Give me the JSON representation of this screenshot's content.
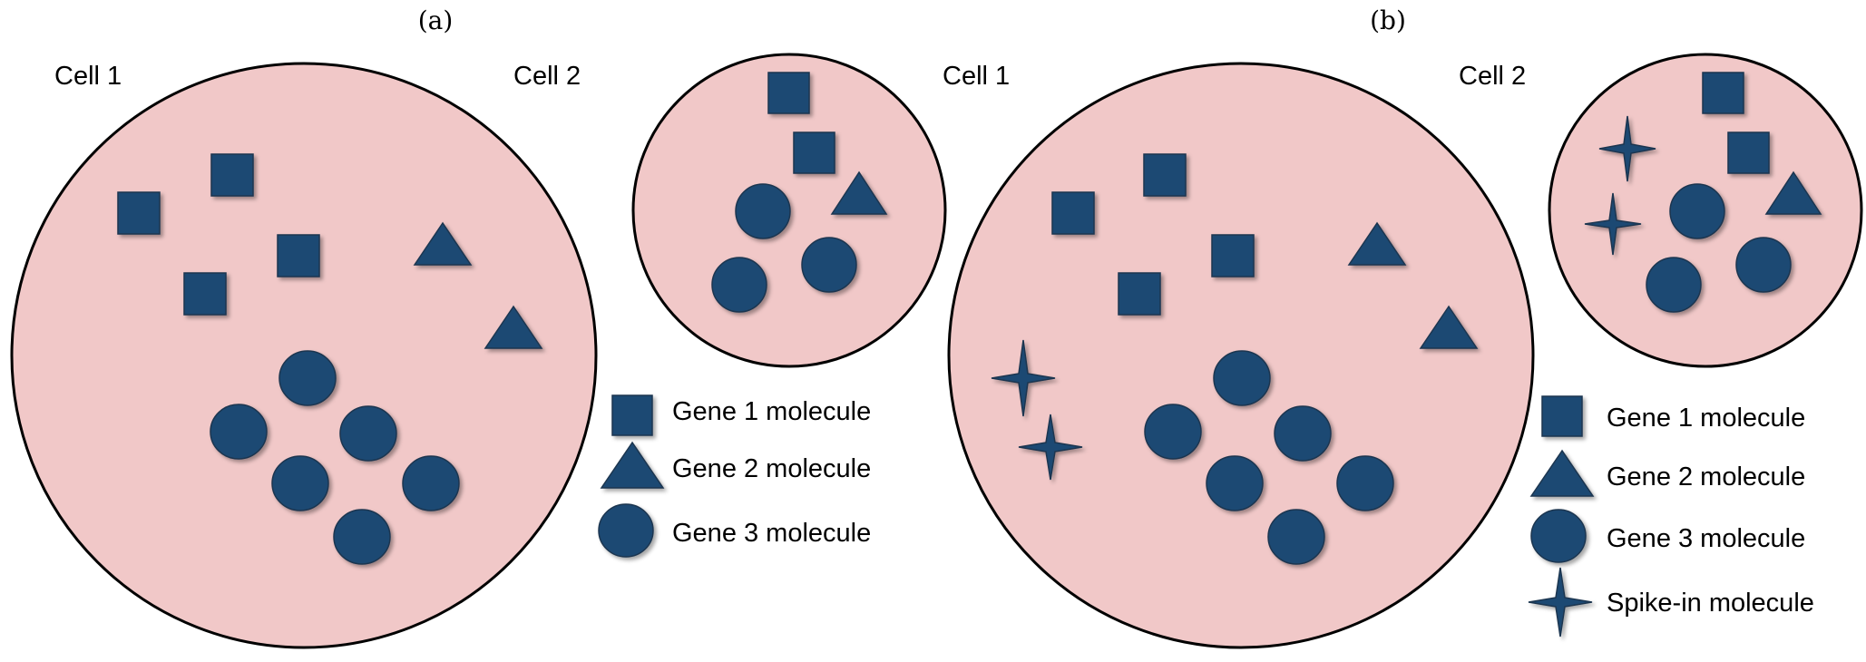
{
  "colors": {
    "cell_fill": "#f1c8c8",
    "molecule": "#1e4a73",
    "outline": "#000000"
  },
  "panels": [
    {
      "label": "(a)",
      "cells": [
        {
          "label": "Cell 1",
          "molecules": {
            "gene1": 4,
            "gene2": 2,
            "gene3": 6,
            "spike_in": 0
          }
        },
        {
          "label": "Cell 2",
          "molecules": {
            "gene1": 2,
            "gene2": 1,
            "gene3": 3,
            "spike_in": 0
          }
        }
      ],
      "legend": [
        {
          "icon": "square-icon",
          "label": "Gene 1 molecule"
        },
        {
          "icon": "triangle-icon",
          "label": "Gene 2 molecule"
        },
        {
          "icon": "circle-icon",
          "label": "Gene 3 molecule"
        }
      ]
    },
    {
      "label": "(b)",
      "cells": [
        {
          "label": "Cell 1",
          "molecules": {
            "gene1": 4,
            "gene2": 2,
            "gene3": 6,
            "spike_in": 2
          }
        },
        {
          "label": "Cell 2",
          "molecules": {
            "gene1": 2,
            "gene2": 1,
            "gene3": 3,
            "spike_in": 2
          }
        }
      ],
      "legend": [
        {
          "icon": "square-icon",
          "label": "Gene 1 molecule"
        },
        {
          "icon": "triangle-icon",
          "label": "Gene 2 molecule"
        },
        {
          "icon": "circle-icon",
          "label": "Gene 3 molecule"
        },
        {
          "icon": "four-point-star-icon",
          "label": "Spike-in molecule"
        }
      ]
    }
  ]
}
